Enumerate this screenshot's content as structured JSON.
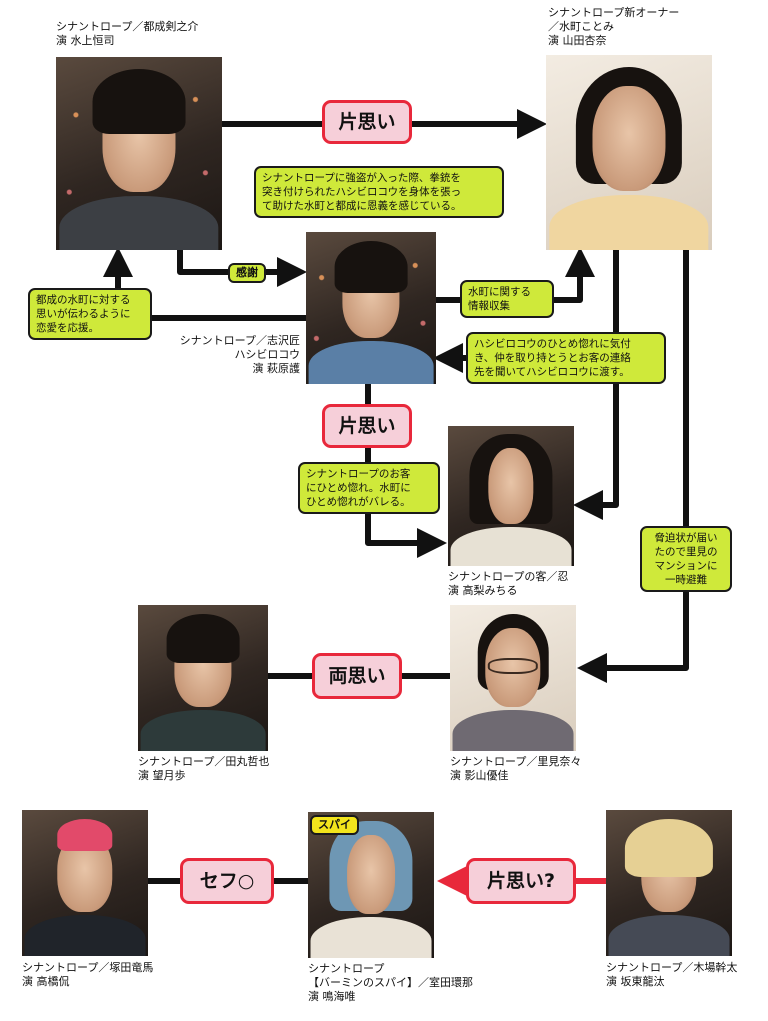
{
  "characters": {
    "tsuzumi": {
      "role": "シナントロープ／都成剣之介",
      "actor": "演 水上恒司"
    },
    "mizumachi": {
      "role1": "シナントロープ新オーナー",
      "role2": "／水町ことみ",
      "actor": "演 山田杏奈"
    },
    "hashibiro": {
      "role1": "シナントロープ／志沢匠",
      "role2": "ハシビロコウ",
      "actor": "演 萩原護"
    },
    "shinobu": {
      "role": "シナントロープの客／忍",
      "actor": "演 高梨みちる"
    },
    "tamaru": {
      "role": "シナントロープ／田丸哲也",
      "actor": "演 望月歩"
    },
    "satomi": {
      "role": "シナントロープ／里見奈々",
      "actor": "演 影山優佳"
    },
    "tsukada": {
      "role": "シナントロープ／塚田竜馬",
      "actor": "演 高橋侃"
    },
    "murota": {
      "role1": "シナントロープ",
      "role2": "【バーミンのスパイ】／室田環那",
      "actor": "演 鳴海唯"
    },
    "kiba": {
      "role": "シナントロープ／木場幹太",
      "actor": "演 坂東龍汰"
    }
  },
  "relations": {
    "top": "片思い",
    "middle": "片思い",
    "mutual": "両思い",
    "bottom_left": "セフ○",
    "bottom_right": "片思い?"
  },
  "tags": {
    "gratitude": "感謝",
    "spy": "スパイ"
  },
  "notes": {
    "robbery": [
      "シナントロープに強盗が入った際、拳銃を",
      "突き付けられたハシビロコウを身体を張っ",
      "て助けた水町と都成に恩義を感じている。"
    ],
    "support": [
      "都成の水町に対する",
      "思いが伝わるように",
      "恋愛を応援。"
    ],
    "info": [
      "水町に関する",
      "情報収集"
    ],
    "contact": [
      "ハシビロコウのひとめ惚れに気付",
      "き、仲を取り持とうとお客の連絡",
      "先を聞いてハシビロコウに渡す。"
    ],
    "crush": [
      "シナントロープのお客",
      "にひとめ惚れ。水町に",
      "ひとめ惚れがバレる。"
    ],
    "threat": [
      "脅迫状が届い",
      "たので里見の",
      "マンションに",
      "一時避難"
    ]
  },
  "colors": {
    "relation_fill": "#f6cfd9",
    "relation_border": "#e8283b",
    "note_fill": "#cfe93a",
    "line": "#111111",
    "red_arrow": "#e8283b"
  }
}
